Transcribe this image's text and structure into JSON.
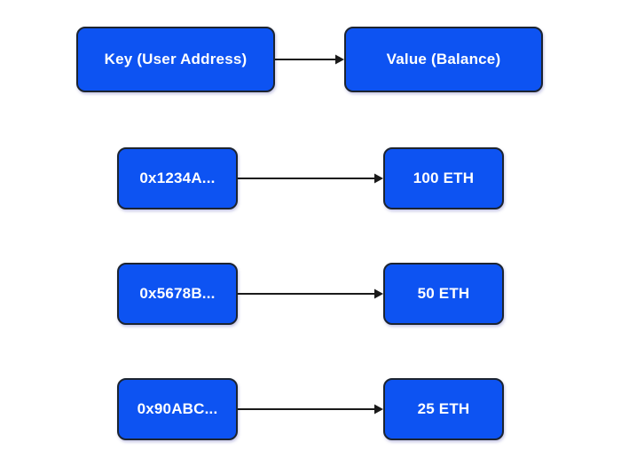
{
  "diagram": {
    "header": {
      "key_label": "Key (User Address)",
      "value_label": "Value (Balance)"
    },
    "rows": [
      {
        "key": "0x1234A...",
        "value": "100 ETH"
      },
      {
        "key": "0x5678B...",
        "value": "50 ETH"
      },
      {
        "key": "0x90ABC...",
        "value": "25 ETH"
      }
    ],
    "colors": {
      "box_fill": "#0d53f2",
      "box_border": "#1c2430",
      "text": "#ffffff",
      "arrow": "#1a1a1a",
      "background": "#ffffff"
    }
  }
}
